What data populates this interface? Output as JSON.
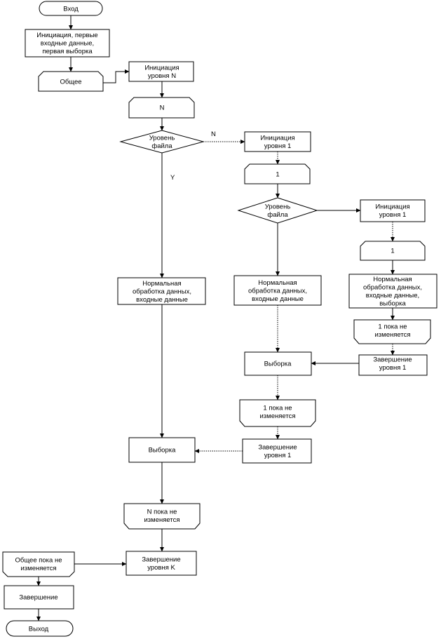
{
  "diagram": {
    "nodes": [
      {
        "id": "entry",
        "shape": "terminator",
        "lines": [
          "Вход"
        ]
      },
      {
        "id": "init-first",
        "shape": "process",
        "lines": [
          "Инициация, первые",
          "входные данные,",
          "первая выборка"
        ]
      },
      {
        "id": "common",
        "shape": "loop-start",
        "lines": [
          "Общее"
        ]
      },
      {
        "id": "init-level-n",
        "shape": "process",
        "lines": [
          "Инициация",
          "уровня N"
        ]
      },
      {
        "id": "loop-n-start",
        "shape": "loop-start",
        "lines": [
          "N"
        ]
      },
      {
        "id": "file-level-1",
        "shape": "decision",
        "lines": [
          "Уровень",
          "файла"
        ]
      },
      {
        "id": "init-level-1-a",
        "shape": "process",
        "lines": [
          "Инициация",
          "уровня 1"
        ]
      },
      {
        "id": "loop-1-start-a",
        "shape": "loop-start",
        "lines": [
          "1"
        ]
      },
      {
        "id": "file-level-2",
        "shape": "decision",
        "lines": [
          "Уровень",
          "файла"
        ]
      },
      {
        "id": "init-level-1-b",
        "shape": "process",
        "lines": [
          "Инициация",
          "уровня 1"
        ]
      },
      {
        "id": "loop-1-start-b",
        "shape": "loop-start",
        "lines": [
          "1"
        ]
      },
      {
        "id": "normal-proc-a",
        "shape": "process",
        "lines": [
          "Нормальная",
          "обработка данных,",
          "входные данные"
        ]
      },
      {
        "id": "normal-proc-b",
        "shape": "process",
        "lines": [
          "Нормальная",
          "обработка данных,",
          "входные данные"
        ]
      },
      {
        "id": "normal-proc-c",
        "shape": "process",
        "lines": [
          "Нормальная",
          "обработка данных,",
          "входные данные,",
          "выборка"
        ]
      },
      {
        "id": "loop-1-end-b",
        "shape": "loop-end",
        "lines": [
          "1 пока не",
          "изменяется"
        ]
      },
      {
        "id": "finish-level-1-b",
        "shape": "process",
        "lines": [
          "Завершение",
          "уровня 1"
        ]
      },
      {
        "id": "sample-b",
        "shape": "process",
        "lines": [
          "Выборка"
        ]
      },
      {
        "id": "loop-1-end-a",
        "shape": "loop-end",
        "lines": [
          "1 пока не",
          "изменяется"
        ]
      },
      {
        "id": "finish-level-1-a",
        "shape": "process",
        "lines": [
          "Завершение",
          "уровня 1"
        ]
      },
      {
        "id": "sample-a",
        "shape": "process",
        "lines": [
          "Выборка"
        ]
      },
      {
        "id": "loop-n-end",
        "shape": "loop-end",
        "lines": [
          "N пока не",
          "изменяется"
        ]
      },
      {
        "id": "finish-level-k",
        "shape": "process",
        "lines": [
          "Завершение",
          "уровня K"
        ]
      },
      {
        "id": "common-end",
        "shape": "loop-end",
        "lines": [
          "Общее пока не",
          "изменяется"
        ]
      },
      {
        "id": "finish",
        "shape": "process",
        "lines": [
          "Завершение"
        ]
      },
      {
        "id": "exit",
        "shape": "terminator",
        "lines": [
          "Выход"
        ]
      }
    ],
    "edge_labels": [
      {
        "id": "label-n",
        "text": "N"
      },
      {
        "id": "label-y",
        "text": "Y"
      }
    ],
    "colors": {
      "line": "#000000",
      "fill": "#ffffff"
    }
  }
}
